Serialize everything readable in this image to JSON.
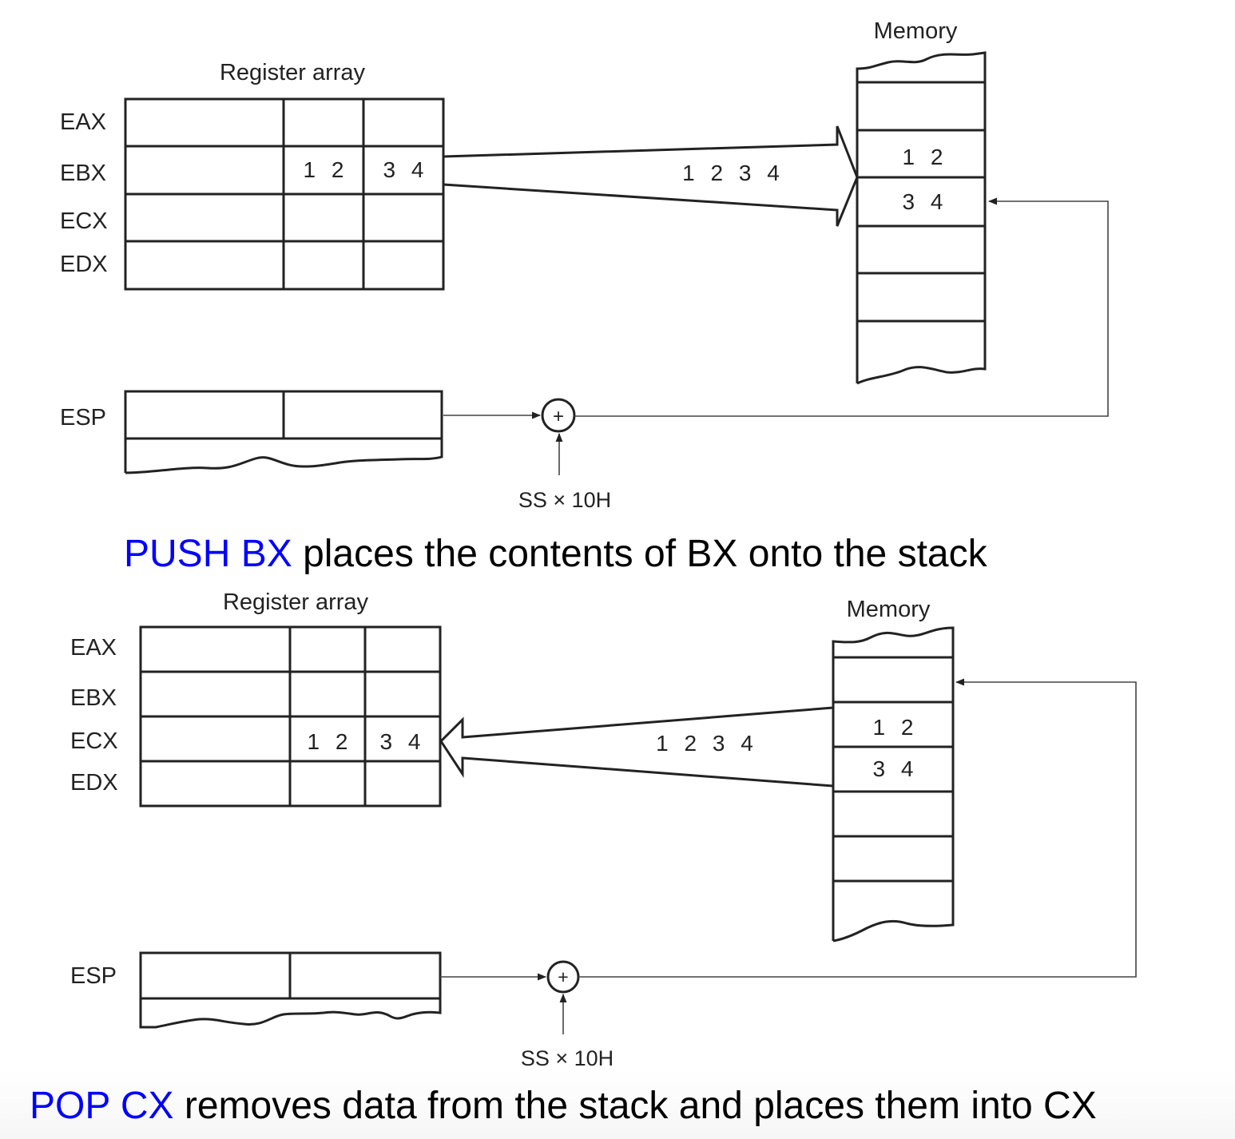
{
  "push_diagram": {
    "register_title": "Register array",
    "memory_title": "Memory",
    "registers": [
      {
        "name": "EAX",
        "high": "",
        "low": ""
      },
      {
        "name": "EBX",
        "high": "1 2",
        "low": "3 4"
      },
      {
        "name": "ECX",
        "high": "",
        "low": ""
      },
      {
        "name": "EDX",
        "high": "",
        "low": ""
      }
    ],
    "memory_cells": [
      "",
      "",
      "1 2",
      "3 4",
      "",
      "",
      ""
    ],
    "transfer_value": "1 2 3 4",
    "esp_label": "ESP",
    "adder_symbol": "+",
    "segment_label": "SS × 10H",
    "caption_keyword": "PUSH BX",
    "caption_text": " places the contents of BX onto the stack"
  },
  "pop_diagram": {
    "register_title": "Register array",
    "memory_title": "Memory",
    "registers": [
      {
        "name": "EAX",
        "high": "",
        "low": ""
      },
      {
        "name": "EBX",
        "high": "",
        "low": ""
      },
      {
        "name": "ECX",
        "high": "1 2",
        "low": "3 4"
      },
      {
        "name": "EDX",
        "high": "",
        "low": ""
      }
    ],
    "memory_cells": [
      "",
      "",
      "1 2",
      "3 4",
      "",
      "",
      ""
    ],
    "transfer_value": "1 2 3 4",
    "esp_label": "ESP",
    "adder_symbol": "+",
    "segment_label": "SS × 10H",
    "caption_keyword": "POP CX",
    "caption_text": " removes data from the stack and places them into CX"
  },
  "colors": {
    "keyword": "#0000ff",
    "text": "#000000",
    "line": "#222222"
  }
}
